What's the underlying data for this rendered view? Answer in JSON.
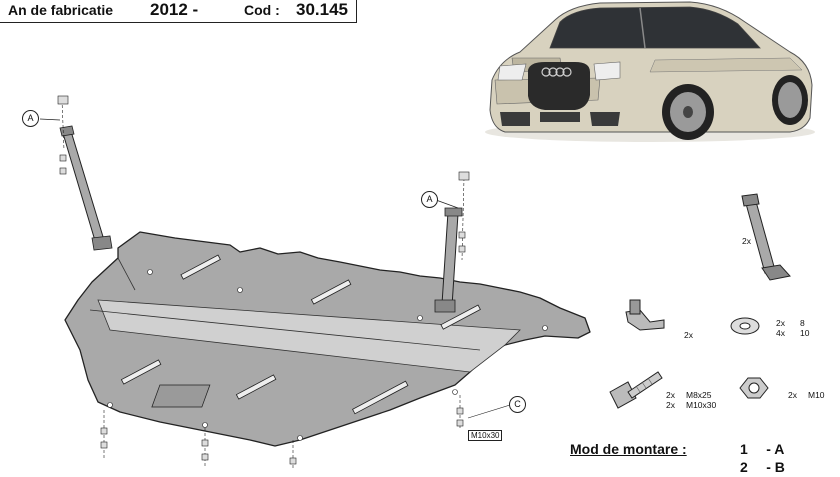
{
  "header": {
    "label": "An de fabricatie",
    "year": "2012 -",
    "cod_label": "Cod :",
    "cod_value": "30.145"
  },
  "callouts": {
    "a1": "A",
    "a2": "A",
    "c": "C"
  },
  "tags": {
    "bolt_size_tag": "M10x30"
  },
  "parts": {
    "bracket_qty": "2x",
    "clip_qty": "2x",
    "washer_qty": "2x\n4x",
    "washer_sizes": "8\n10",
    "bolt_qty": "2x\n2x",
    "bolt_sizes": "M8x25\nM10x30",
    "nut_qty": "2x",
    "nut_size": "M10"
  },
  "mounting": {
    "title": "Mod de montare :",
    "rows": [
      {
        "num": "1",
        "val": "- A"
      },
      {
        "num": "2",
        "val": "- B"
      }
    ]
  }
}
